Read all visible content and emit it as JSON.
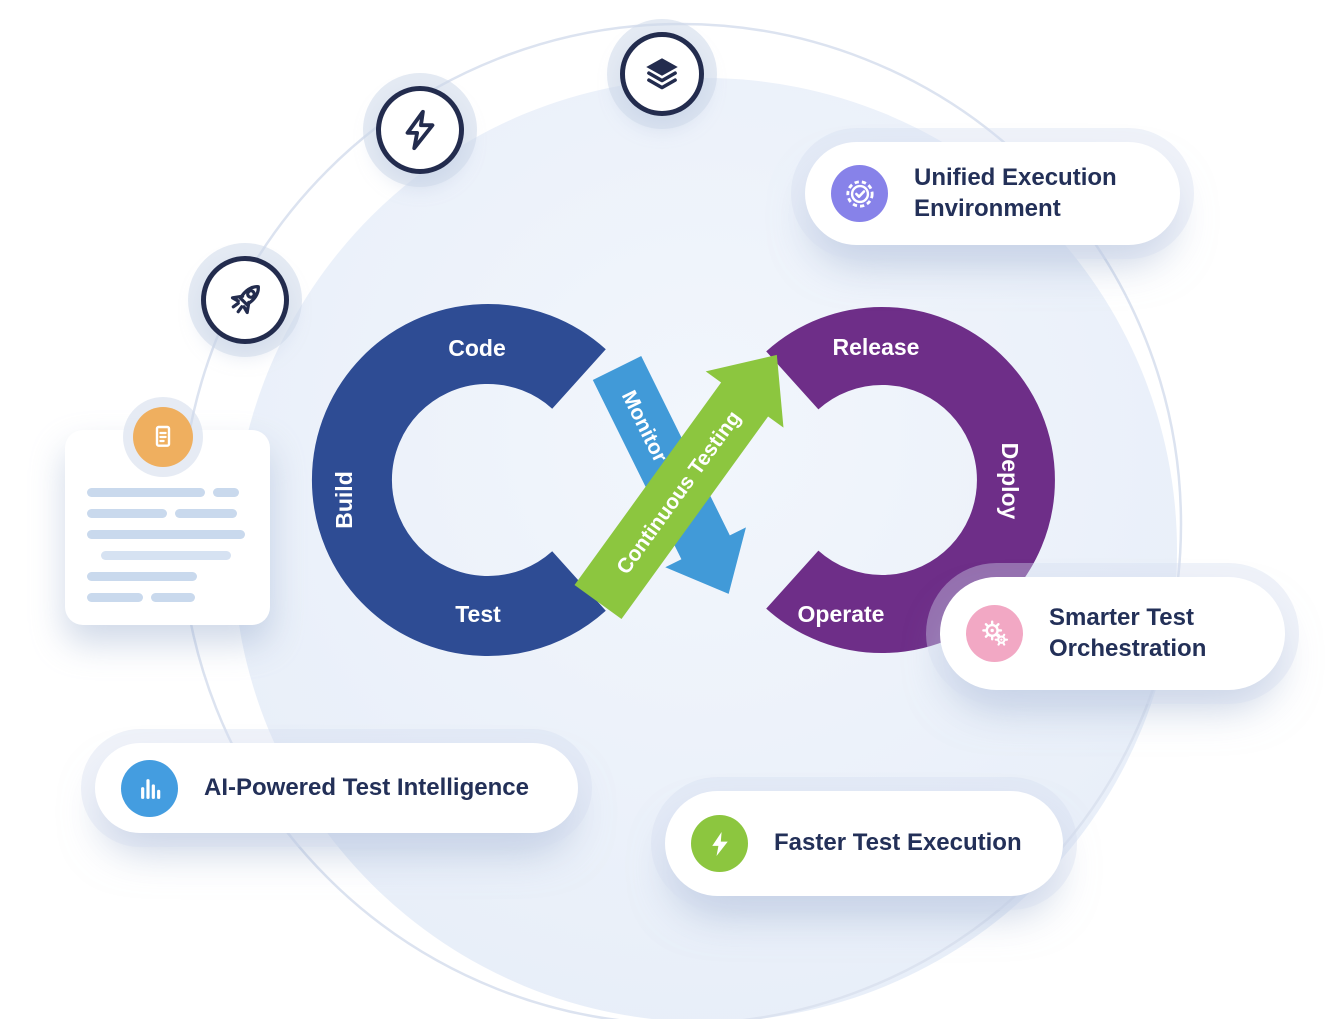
{
  "loop": {
    "left": {
      "color": "#2E4C94",
      "top_label": "Code",
      "side_label": "Build",
      "bottom_label": "Test"
    },
    "right": {
      "color": "#6E2E88",
      "top_label": "Release",
      "side_label": "Deploy",
      "bottom_label": "Operate"
    },
    "monitor_band": {
      "color": "#419AD8",
      "label": "Monitor"
    },
    "testing_band": {
      "color": "#8CC63F",
      "label": "Continuous Testing"
    }
  },
  "features": [
    {
      "id": "unified-execution-environment",
      "lines": [
        "Unified Execution",
        "Environment"
      ],
      "icon": "badge-check-icon",
      "icon_bg": "#8782E9"
    },
    {
      "id": "smarter-test-orchestration",
      "lines": [
        "Smarter Test",
        "Orchestration"
      ],
      "icon": "gears-icon",
      "icon_bg": "#F2A8C4"
    },
    {
      "id": "ai-powered-test-intelligence",
      "lines": [
        "AI-Powered Test Intelligence"
      ],
      "icon": "bar-chart-icon",
      "icon_bg": "#449DE0"
    },
    {
      "id": "faster-test-execution",
      "lines": [
        "Faster Test Execution"
      ],
      "icon": "lightning-icon",
      "icon_bg": "#8CC63F"
    }
  ],
  "floating_icons": [
    {
      "name": "layers-icon"
    },
    {
      "name": "lightning-bolt-icon"
    },
    {
      "name": "rocket-icon"
    },
    {
      "name": "document-icon",
      "bg": "#EFAF5F"
    }
  ],
  "colors": {
    "background_circle": "#E8EEF9",
    "orbit_ring": "#DCE3F0",
    "icon_outline_navy": "#232C4E",
    "text_navy": "#233058",
    "skeleton_bar": "#C9D9ED"
  }
}
